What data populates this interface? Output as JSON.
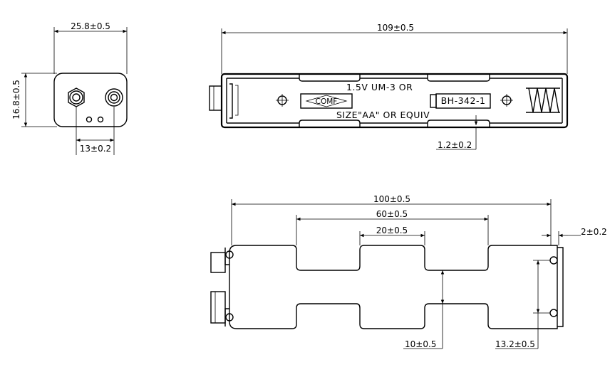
{
  "colors": {
    "line": "#000000",
    "background": "#ffffff"
  },
  "end_view": {
    "width_dim": "25.8±0.5",
    "height_dim": "16.8±0.5",
    "terminal_spacing_dim": "13±0.2"
  },
  "top_view": {
    "length_dim": "109±0.5",
    "text_line1": "1.5V UM-3 OR",
    "text_line2": "SIZE\"AA\" OR EQUIV",
    "logo_text": "COMF",
    "part_number": "BH-342-1",
    "wall_dim": "1.2±0.2"
  },
  "bottom_view": {
    "overall_dim": "100±0.5",
    "outer_pitch_dim": "60±0.5",
    "center_gap_dim": "20±0.5",
    "end_gap_dim": "2±0.2",
    "inner_depth_dim": "10±0.5",
    "tab_spacing_dim": "13.2±0.5"
  }
}
